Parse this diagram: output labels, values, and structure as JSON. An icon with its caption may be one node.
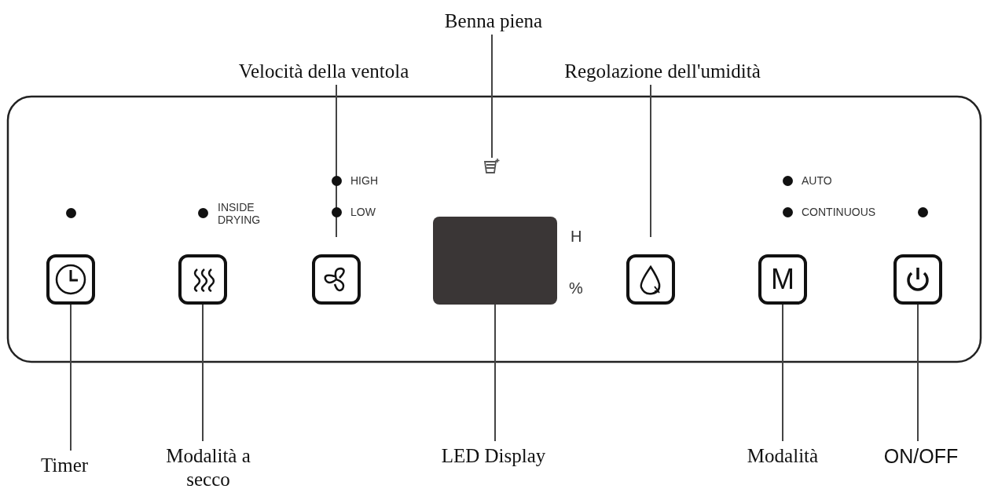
{
  "diagram": {
    "nodes": [
      {
        "text": [
          "Benna piena"
        ]
      },
      {
        "text": [
          "Velocità della ventola"
        ]
      },
      {
        "text": [
          "Regolazione dell'umidità"
        ]
      },
      {
        "text": [
          "Timer"
        ]
      },
      {
        "text": [
          "Modalità a secco"
        ]
      },
      {
        "text": [
          "LED Display"
        ]
      },
      {
        "text": [
          "Modalità"
        ]
      },
      {
        "text": [
          "ON/OFF"
        ]
      },
      {
        "text": [],
        "shape": "bucket"
      },
      {
        "text": [],
        "shape": "button"
      },
      {
        "text": [],
        "shape": "button"
      },
      {
        "text": [],
        "shape": "button"
      },
      {
        "text": [],
        "shape": "box"
      },
      {
        "text": [],
        "shape": "button"
      },
      {
        "text": [
          "M"
        ]
      },
      {
        "text": [],
        "shape": "button"
      }
    ],
    "edges": [
      {
        "from": 0,
        "to": 8,
        "arrow": "none"
      },
      {
        "from": 1,
        "to": 11,
        "arrow": "none"
      },
      {
        "from": 2,
        "to": 13,
        "arrow": "none"
      },
      {
        "from": 3,
        "to": 9,
        "arrow": "none"
      },
      {
        "from": 4,
        "to": 10,
        "arrow": "none"
      },
      {
        "from": 5,
        "to": 12,
        "arrow": "none"
      },
      {
        "from": 6,
        "to": 14,
        "arrow": "none"
      },
      {
        "from": 7,
        "to": 15,
        "arrow": "none"
      }
    ],
    "labels": [
      "HIGH",
      "LOW",
      "INSIDE DRYING",
      "AUTO",
      "CONTINUOUS",
      "H",
      "%"
    ]
  }
}
